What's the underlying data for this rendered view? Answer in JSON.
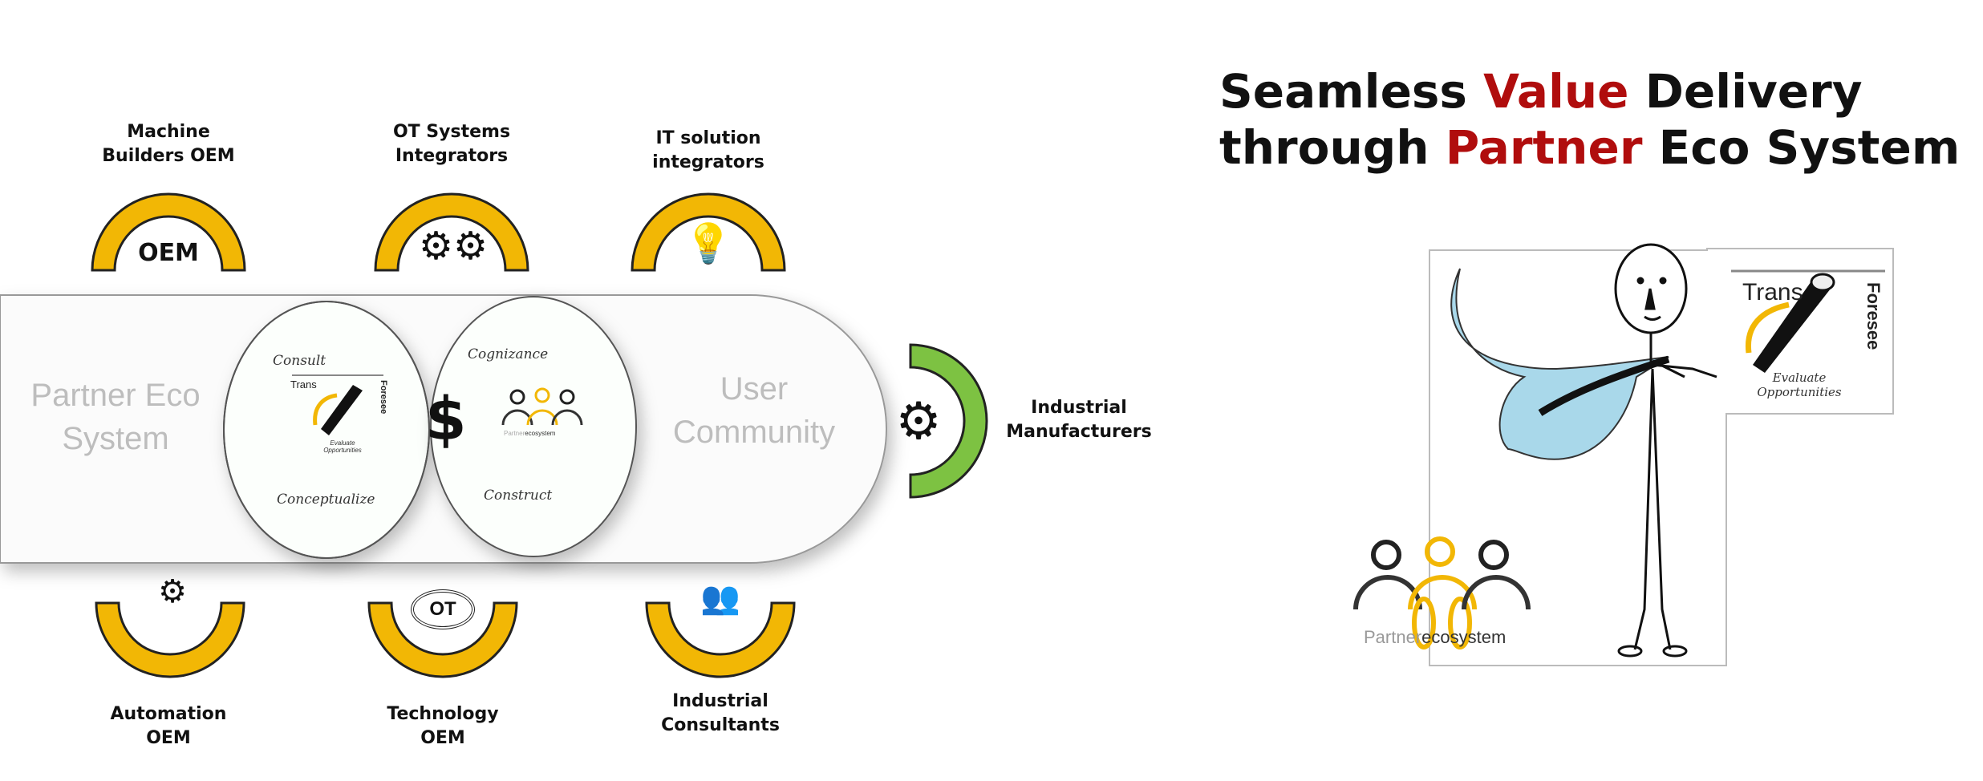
{
  "title": {
    "line1_pre": "Seamless ",
    "line1_highlight": "Value",
    "line1_post": " Delivery",
    "line2_pre": "through ",
    "line2_highlight": "Partner",
    "line2_post": " Eco System",
    "highlight_color": "#b00d0d"
  },
  "top_partners": [
    {
      "label_1": "Machine",
      "label_2": "Builders OEM",
      "icon": "oem-robot-arm-icon",
      "icon_text": "OEM"
    },
    {
      "label_1": "OT Systems",
      "label_2": "Integrators",
      "icon": "gears-icon"
    },
    {
      "label_1": "IT solution",
      "label_2": "integrators",
      "icon": "lightbulb-hands-icon"
    }
  ],
  "bottom_partners": [
    {
      "label_1": "Automation",
      "label_2": "OEM",
      "icon": "automation-robot-icon"
    },
    {
      "label_1": "Technology",
      "label_2": "OEM",
      "icon": "ot-wireless-icon",
      "icon_text": "OT"
    },
    {
      "label_1": "Industrial",
      "label_2": "Consultants",
      "icon": "consultants-meeting-icon"
    }
  ],
  "right_partner": {
    "label_1": "Industrial",
    "label_2": "Manufacturers",
    "icon": "factory-gear-icon"
  },
  "band": {
    "left_label_1": "Partner Eco",
    "left_label_2": "System",
    "right_label_1": "User",
    "right_label_2": "Community"
  },
  "venn": {
    "left_top": "Consult",
    "left_bottom": "Conceptualize",
    "right_top": "Cognizance",
    "right_bottom": "Construct",
    "center_symbol": "$"
  },
  "logos": {
    "trans": "Trans",
    "foresee": "Foresee",
    "tagline_1": "Evaluate",
    "tagline_2": "Opportunities",
    "partner": "Partner",
    "ecosystem": "ecosystem"
  },
  "colors": {
    "arch_yellow": "#f2b705",
    "arch_green": "#7dc242",
    "lens_green": "#d8eed2",
    "cape_blue": "#a9d8ea"
  }
}
